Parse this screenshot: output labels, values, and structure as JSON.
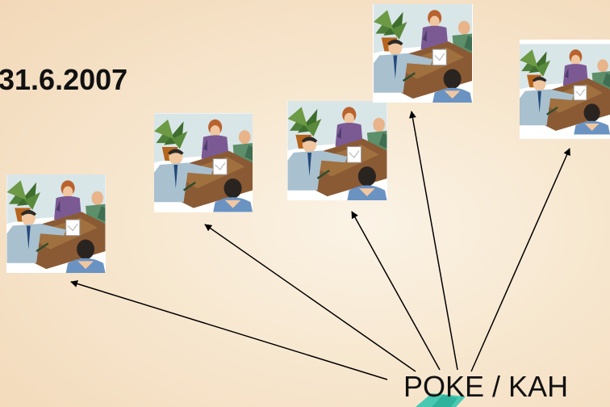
{
  "date_text": "31.6.2007",
  "footer_text": "POKE / KAH",
  "clip_icon": "business-meeting-clipart"
}
